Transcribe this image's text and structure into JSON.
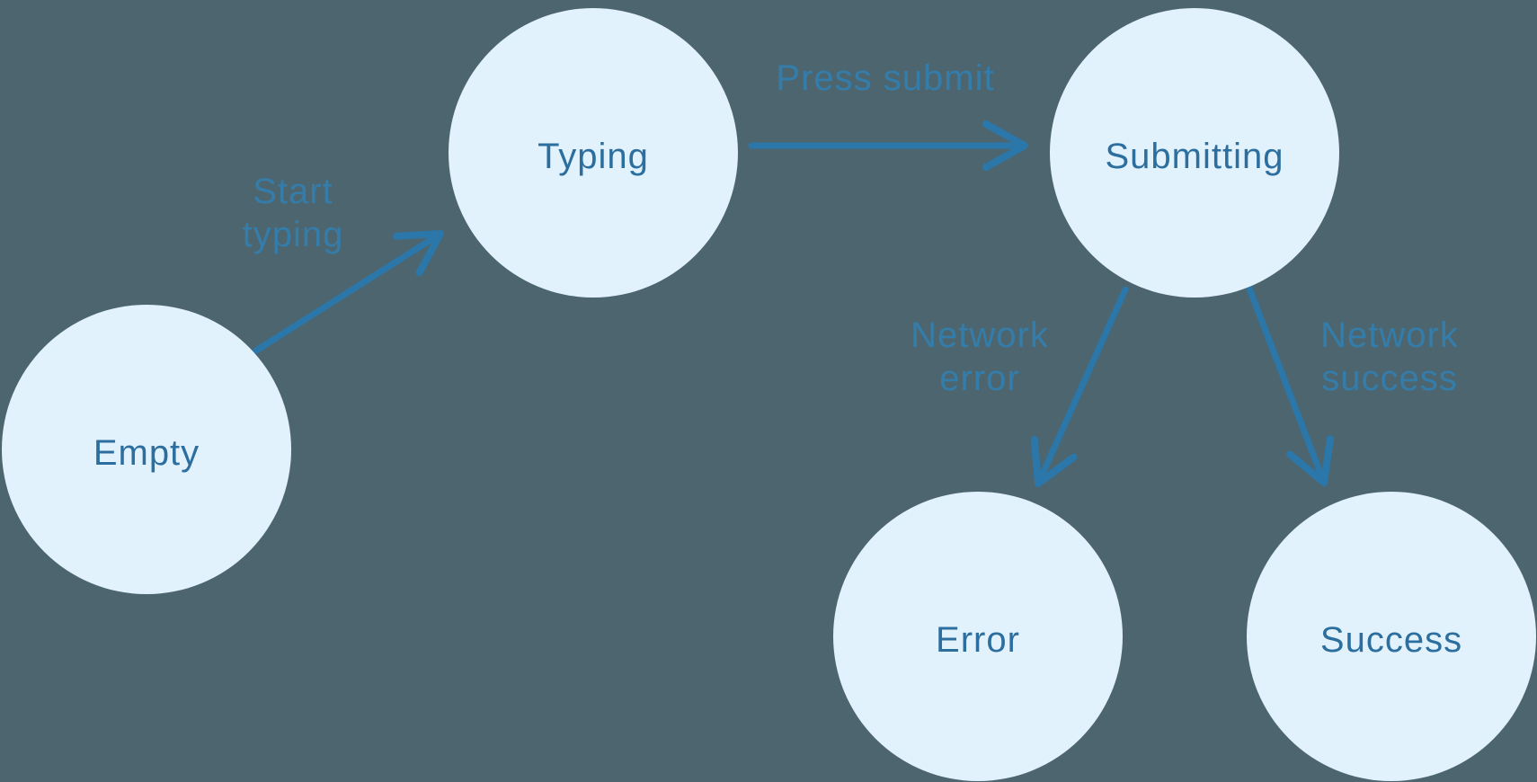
{
  "colors": {
    "background": "#4C656F",
    "node_fill": "#E2F2FD",
    "node_text": "#2C6F9F",
    "edge": "#2B77A9",
    "edge_label": "#3380B0"
  },
  "diagram": {
    "type": "state-machine",
    "nodes": [
      {
        "id": "empty",
        "label": "Empty"
      },
      {
        "id": "typing",
        "label": "Typing"
      },
      {
        "id": "submitting",
        "label": "Submitting"
      },
      {
        "id": "error",
        "label": "Error"
      },
      {
        "id": "success",
        "label": "Success"
      }
    ],
    "edges": [
      {
        "from": "empty",
        "to": "typing",
        "label": "Start typing",
        "label_lines": [
          "Start",
          "typing"
        ]
      },
      {
        "from": "typing",
        "to": "submitting",
        "label": "Press submit",
        "label_lines": [
          "Press submit",
          ""
        ]
      },
      {
        "from": "submitting",
        "to": "error",
        "label": "Network error",
        "label_lines": [
          "Network",
          "error"
        ]
      },
      {
        "from": "submitting",
        "to": "success",
        "label": "Network success",
        "label_lines": [
          "Network",
          "success"
        ]
      }
    ]
  }
}
